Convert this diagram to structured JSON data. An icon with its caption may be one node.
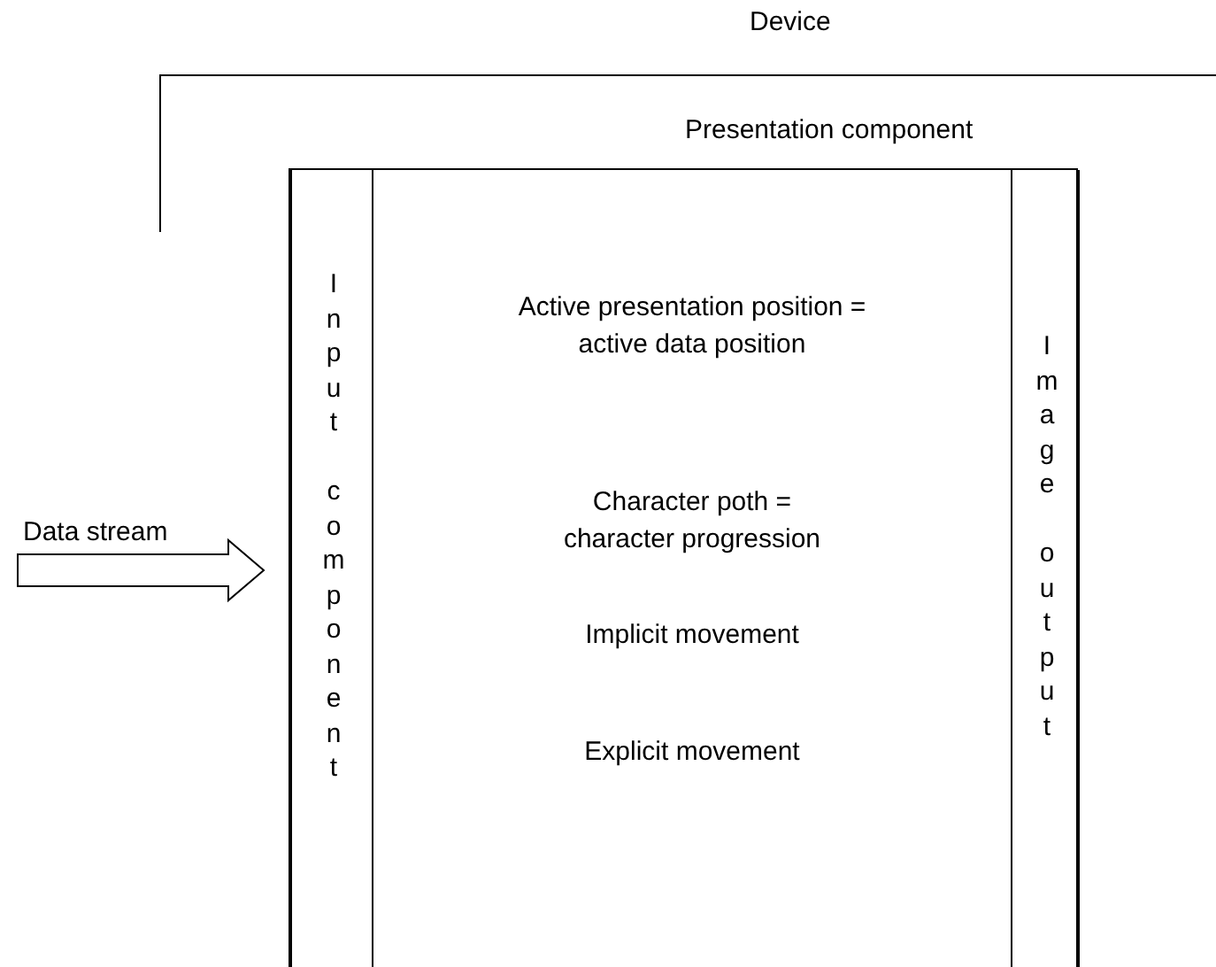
{
  "diagram": {
    "nodes": [
      {
        "text": [
          "Device"
        ]
      },
      {
        "text": [
          "Presentation component",
          "Active presentation position = active data position",
          "Character poth = character progression",
          "Implicit movement",
          "Explicit movement"
        ],
        "in": 0
      },
      {
        "text": [
          "Input component"
        ],
        "in": 1
      },
      {
        "text": [
          "Image output"
        ],
        "in": 1
      }
    ],
    "edges": [
      {
        "from": null,
        "to": 2,
        "arrow": "to",
        "label": "Data stream"
      }
    ]
  }
}
